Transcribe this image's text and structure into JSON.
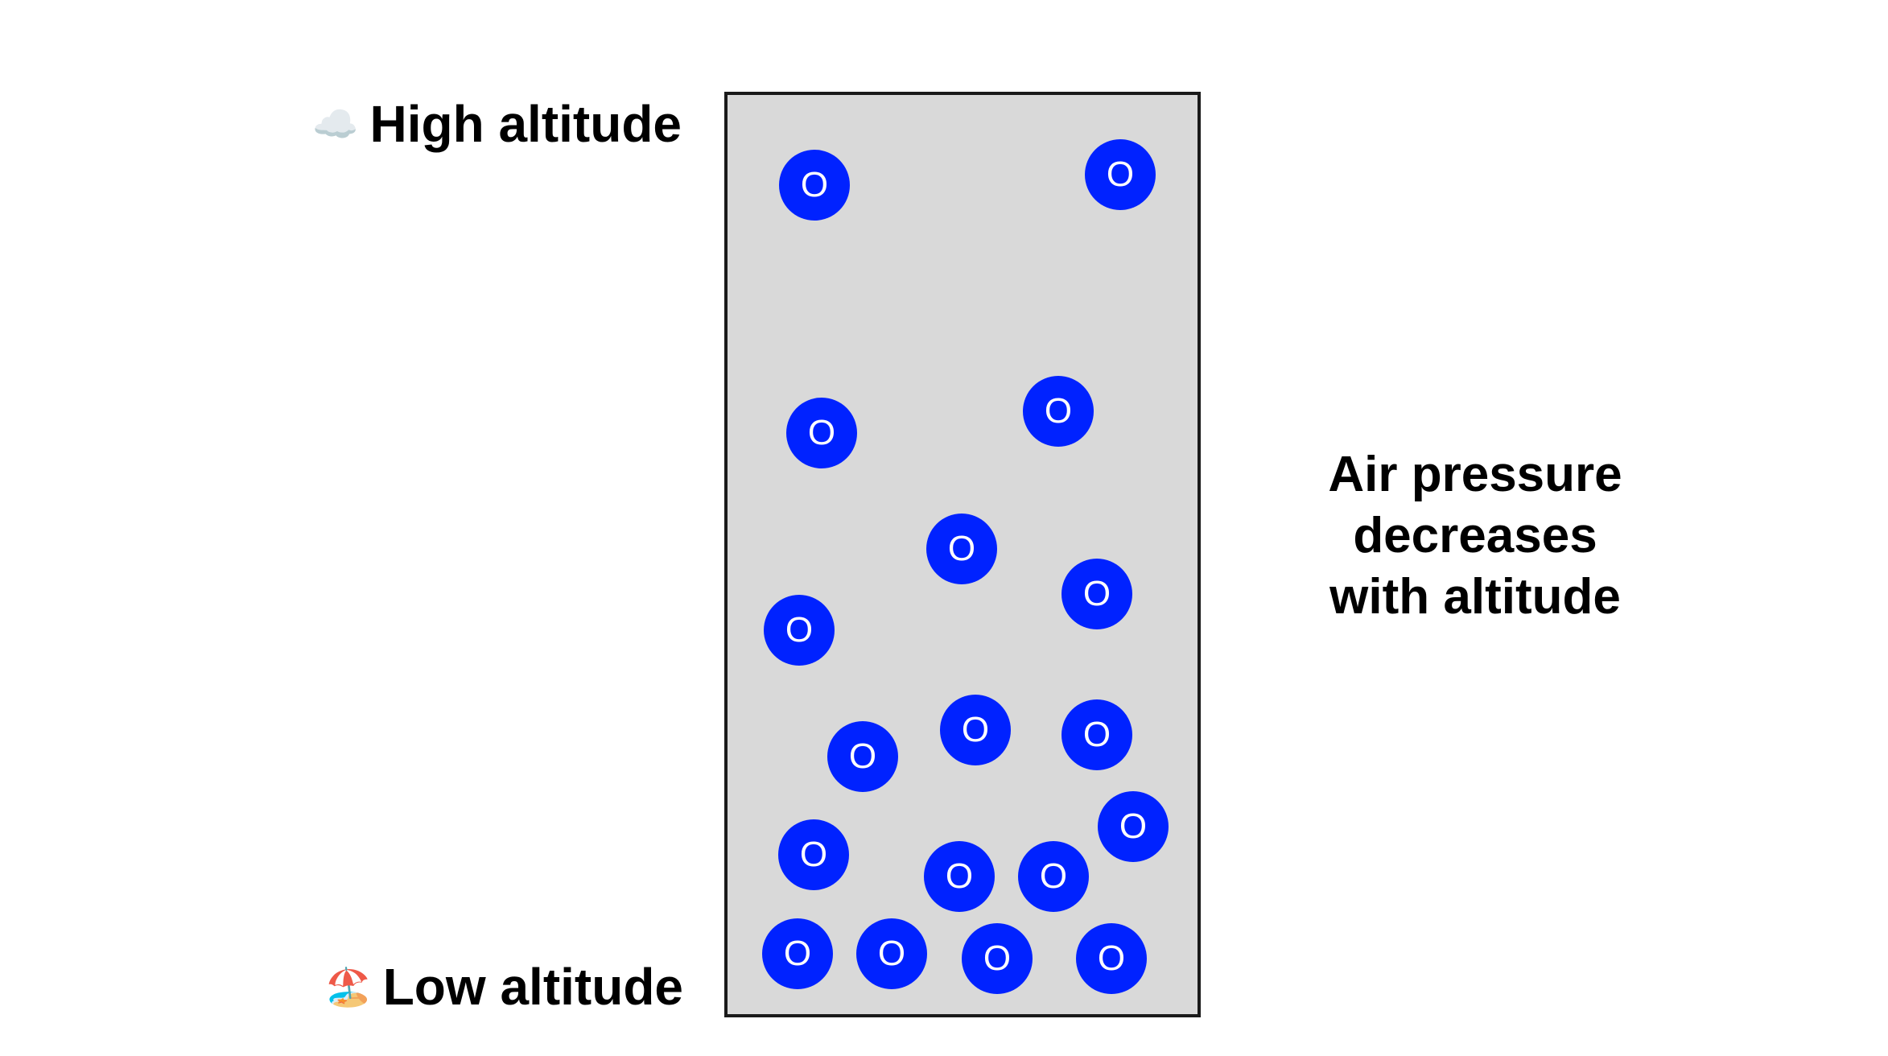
{
  "labels": {
    "high": {
      "emoji": "☁️",
      "text": "High altitude"
    },
    "low": {
      "emoji": "🏖️",
      "text": "Low altitude"
    }
  },
  "molecule_label": "O",
  "molecule_count": 18,
  "colors": {
    "molecule": "#0022ff",
    "column": "#d9d9d9"
  },
  "note": [
    "Air pressure",
    "decreases",
    "with altitude"
  ]
}
